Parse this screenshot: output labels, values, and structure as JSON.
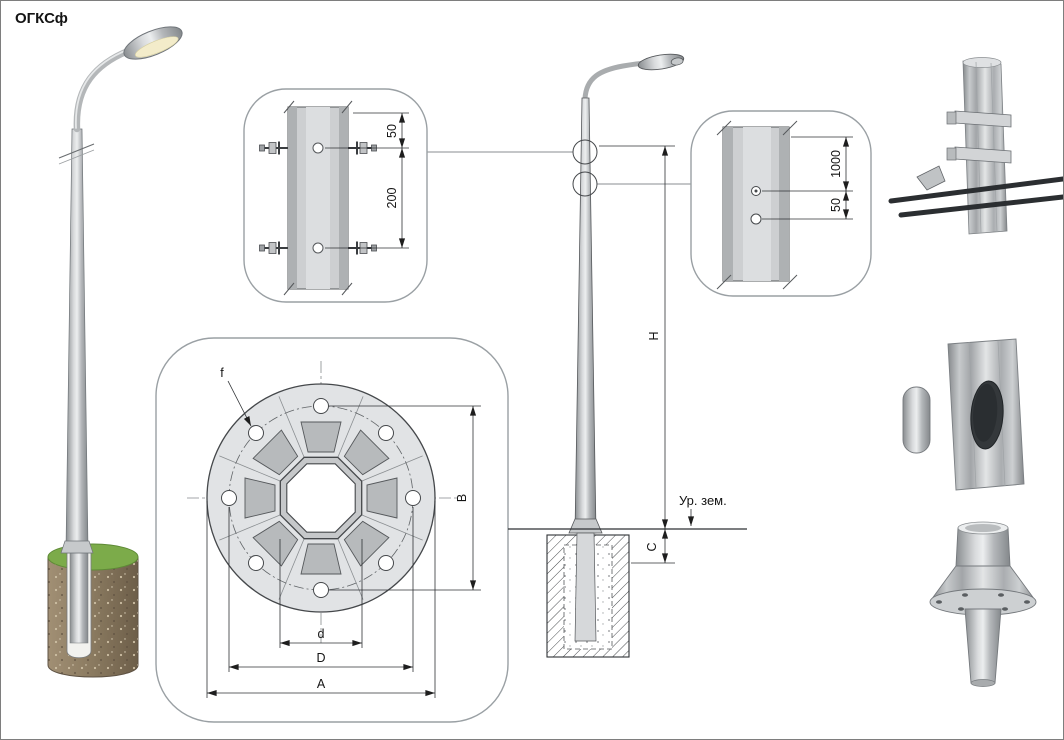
{
  "title": "ОГКСф",
  "colors": {
    "line": "#2f3235",
    "callout_border": "#9aa0a4",
    "metal_light": "#e8eaec",
    "metal_dark": "#84888b",
    "soil": "#83735c",
    "grass": "#7cab4a",
    "opening": "#34383b"
  },
  "arm_mount_detail": {
    "dim_offset_top": "50",
    "dim_bolt_spacing": "200"
  },
  "door_detail": {
    "dim_door_height": "1000",
    "dim_hole_offset": "50"
  },
  "flange_plan": {
    "dim_hole": "f",
    "dim_bolt_span": "B",
    "dim_shaft_width": "d",
    "dim_bolt_circle": "D",
    "dim_outer": "A"
  },
  "elevation": {
    "dim_height": "H",
    "dim_embedment": "C",
    "ground_level_label": "Ур. зем."
  }
}
